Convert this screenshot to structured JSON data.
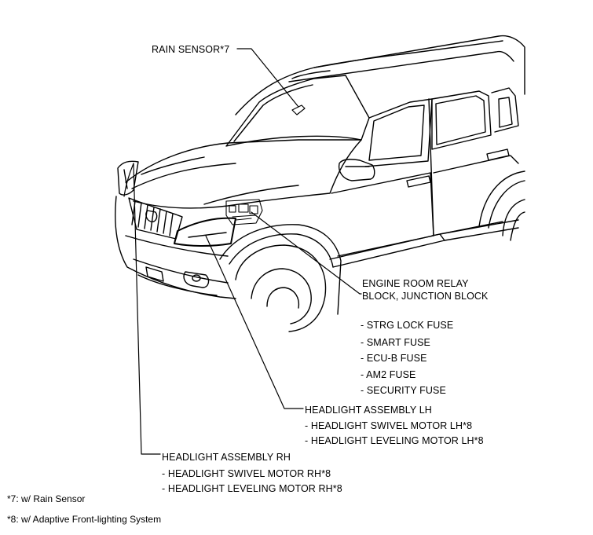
{
  "labels": {
    "rain_sensor": "RAIN SENSOR*7",
    "engine_room_1": "ENGINE ROOM RELAY",
    "engine_room_2": "BLOCK, JUNCTION BLOCK",
    "fuses": [
      "- STRG LOCK FUSE",
      "- SMART FUSE",
      "- ECU-B FUSE",
      "- AM2 FUSE",
      "- SECURITY FUSE"
    ],
    "headlight_lh": "HEADLIGHT ASSEMBLY LH",
    "headlight_lh_items": [
      "- HEADLIGHT SWIVEL MOTOR LH*8",
      "- HEADLIGHT LEVELING MOTOR LH*8"
    ],
    "headlight_rh": "HEADLIGHT ASSEMBLY RH",
    "headlight_rh_items": [
      "- HEADLIGHT SWIVEL MOTOR RH*8",
      "- HEADLIGHT LEVELING MOTOR RH*8"
    ]
  },
  "notes": {
    "note7": "*7: w/ Rain Sensor",
    "note8": "*8: w/ Adaptive Front-lighting System"
  }
}
